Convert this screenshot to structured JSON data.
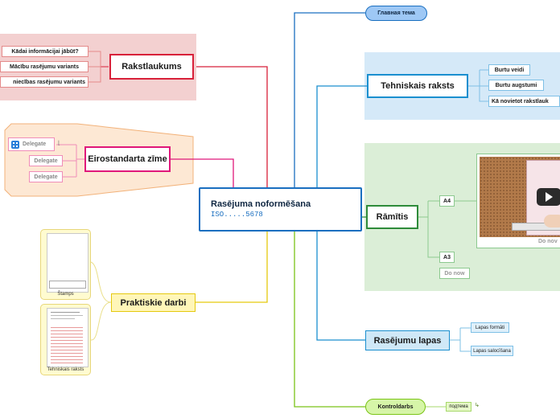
{
  "central": {
    "title": "Rasējuma noformēšana",
    "code": "ISO.....5678"
  },
  "top_node": "Главная тема",
  "rakstlaukums": {
    "label": "Rakstlaukums",
    "items": [
      "Kādai informācijai jābūt?",
      "Mācību rasējumu variants",
      "niecības rasējumu variants"
    ]
  },
  "eirostandarta": {
    "label": "Eirostandarta zīme",
    "items": [
      "Delegate",
      "Delegate",
      "Delegate"
    ]
  },
  "praktiskie": {
    "label": "Praktiskie darbi",
    "thumbs": [
      "Štamps",
      "Tehniskais raksts"
    ]
  },
  "tehniskais": {
    "label": "Tehniskais raksts",
    "items": [
      "Burtu veidi",
      "Burtu augstumi",
      "Kā novietot rakstlauk"
    ]
  },
  "ramitis": {
    "label": "Rāmītis",
    "a4": "A4",
    "a3": "A3",
    "do_now": "Do now",
    "video_caption": "Do nov"
  },
  "rasejumu_lapas": {
    "label": "Rasējumu lapas",
    "items": [
      "Lapas formāti",
      "Lapas salocīšana"
    ]
  },
  "kontroldarbs": {
    "label": "Kontroldarbs",
    "sub": "подтема"
  },
  "colors": {
    "red": "#d8213a",
    "pink": "#e0177a",
    "yellow": "#e5c90e",
    "blue": "#1a8fcf",
    "green": "#2e8b3a",
    "lime": "#7bc418",
    "darkblue": "#1a6fc0"
  }
}
